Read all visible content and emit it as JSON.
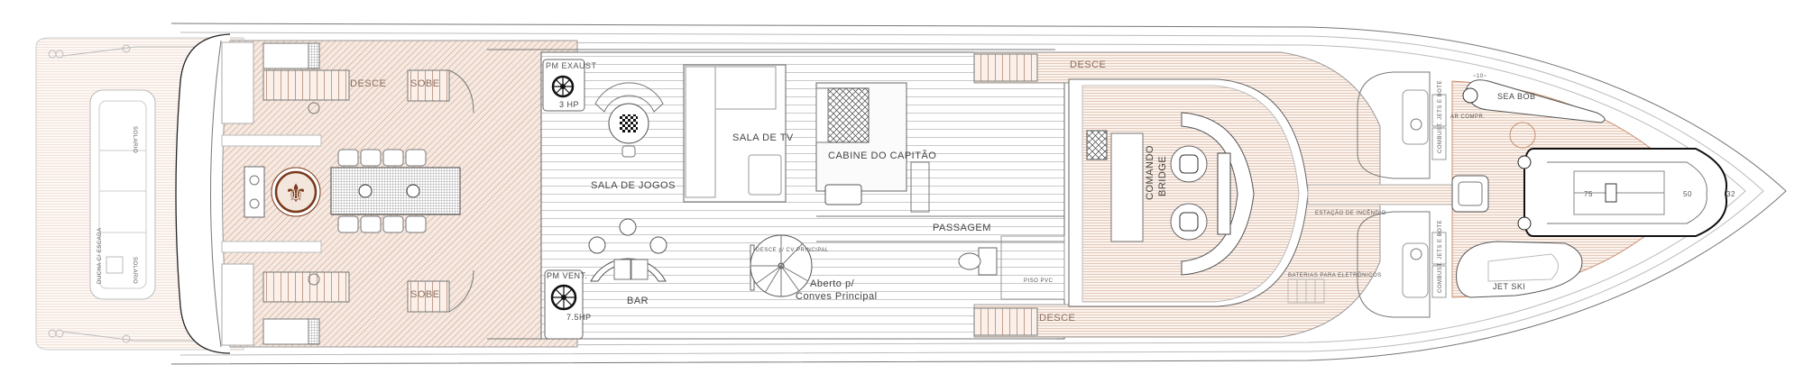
{
  "drawing": {
    "aft_deck": {
      "solario_top": "SOLARIO",
      "solario_bottom": "SOLARIO",
      "shower": "DUCHA C/ ESCADA"
    },
    "dining": {
      "desce": "DESCE",
      "sobe_top": "SOBE",
      "sobe_bottom": "SOBE"
    },
    "salon": {
      "pm_exaust": "PM EXAUST",
      "pm_exaust_hp": "3 HP",
      "sala_jogos": "SALA DE JOGOS",
      "sala_tv": "SALA DE TV",
      "pm_vent": "PM VENT.",
      "pm_vent_hp": "7.5HP",
      "bar": "BAR",
      "desce_cv": "DESCE p/ CV PRINCIPAL",
      "aberto_line1": "Aberto p/",
      "aberto_line2": "Conves Principal"
    },
    "captain": {
      "cabine": "CABINE DO CAPITÃO",
      "passagem": "PASSAGEM",
      "piso": "PISO PVC",
      "desce_top": "DESCE",
      "desce_bottom": "DESCE"
    },
    "bridge": {
      "comando": "COMANDO",
      "bridge": "BRIDGE",
      "estacao": "ESTAÇÃO DE INCÊNDIO",
      "baterias": "BATERIAS PARA ELETRÔNICOS"
    },
    "bow": {
      "combust_top": "COMBUST. JETS E BOTE",
      "combust_bottom": "COMBUST. JETS E BOTE",
      "ar_compr": "AR COMPR.",
      "ten": "~10~",
      "sea_bob": "SEA BOB",
      "jet_ski": "JET SKI",
      "tender_75": "75",
      "tender_50": "50",
      "tender_32": "32"
    },
    "colors": {
      "teak": "#c98f6e",
      "emblem": "#7a3a1c",
      "line": "#777777"
    }
  }
}
